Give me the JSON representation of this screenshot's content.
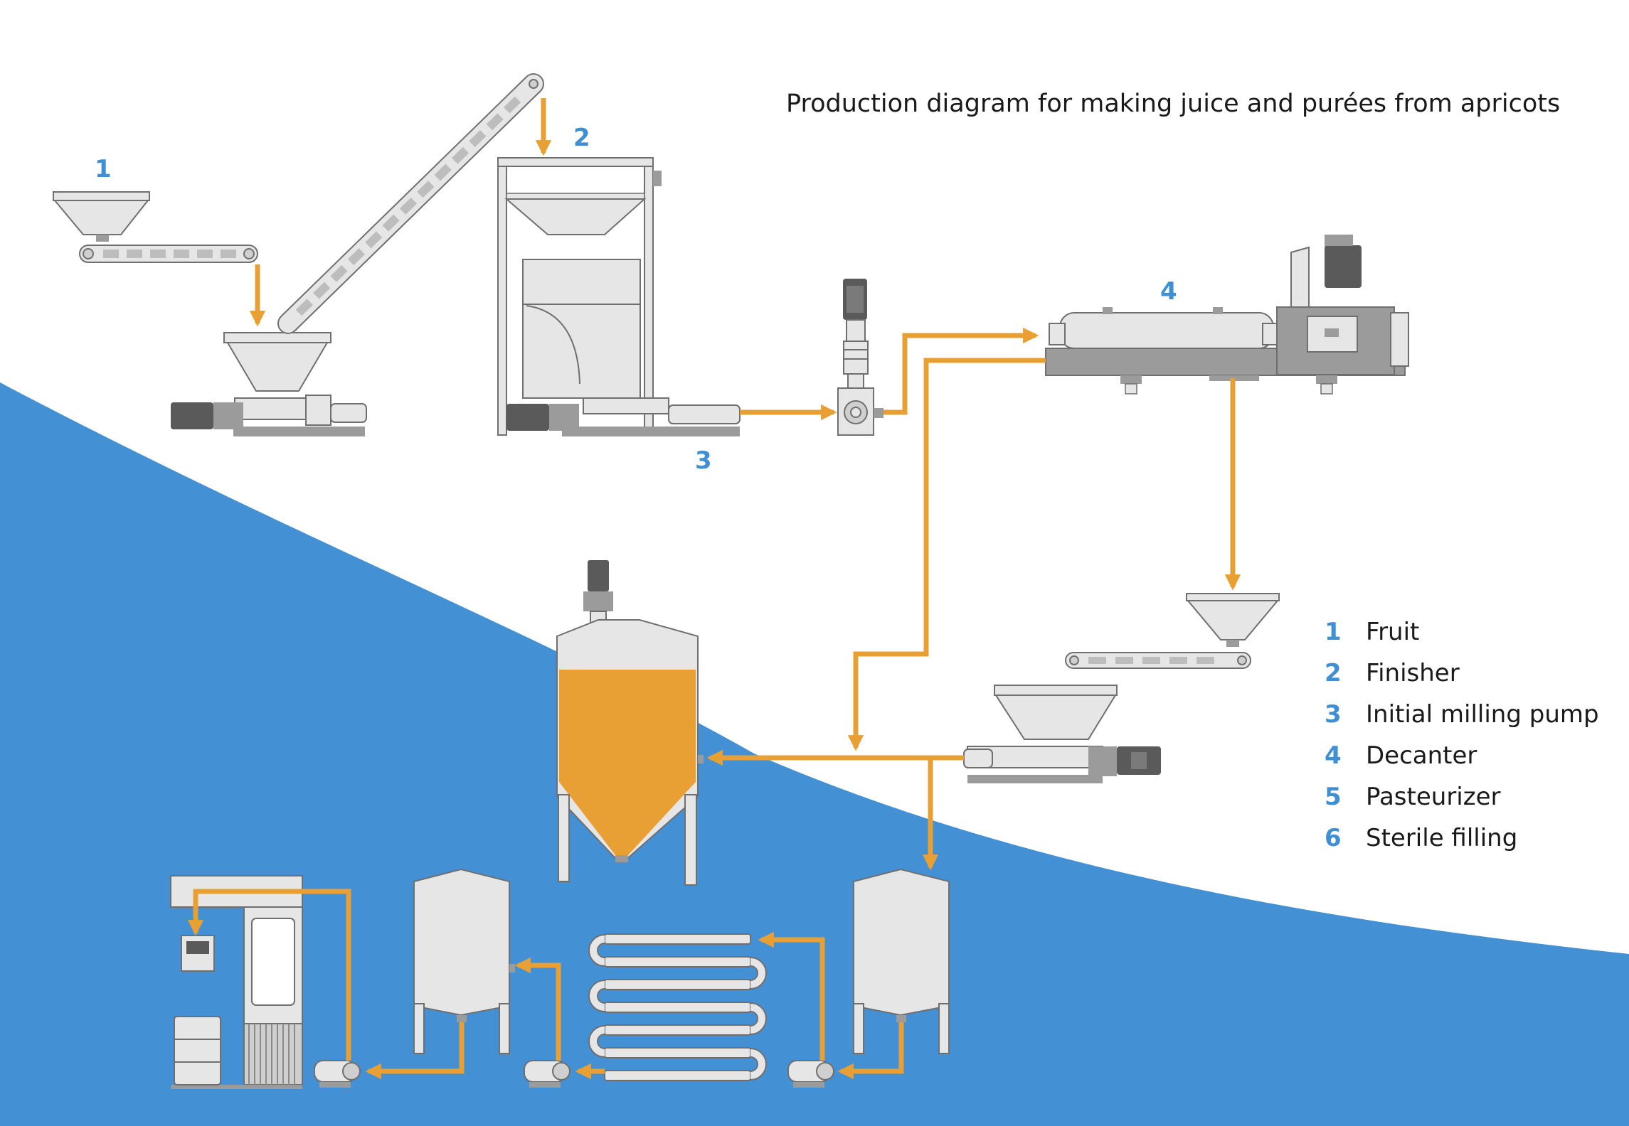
{
  "title": "Production diagram for making juice and purées from apricots",
  "stage_labels": [
    "1",
    "2",
    "3",
    "4"
  ],
  "legend": [
    {
      "num": "1",
      "label": "Fruit"
    },
    {
      "num": "2",
      "label": "Finisher"
    },
    {
      "num": "3",
      "label": "Initial milling pump"
    },
    {
      "num": "4",
      "label": "Decanter"
    },
    {
      "num": "5",
      "label": "Pasteurizer"
    },
    {
      "num": "6",
      "label": "Sterile filling"
    }
  ],
  "colors": {
    "background_wave": "#4490d4",
    "flow_arrow": "#e8a035",
    "equipment_light": "#e6e6e6",
    "equipment_dark": "#9b9b9b",
    "tank_fill": "#e8a035",
    "number_accent": "#3f8fd4"
  },
  "icons": [
    "hopper-icon",
    "conveyor-icon",
    "screw-pump-icon",
    "finisher-icon",
    "milling-pump-icon",
    "decanter-icon",
    "silo-tank-icon",
    "buffer-tank-icon",
    "pasteurizer-tubes-icon",
    "centrifugal-pump-icon",
    "filling-machine-icon",
    "drum-icon"
  ]
}
